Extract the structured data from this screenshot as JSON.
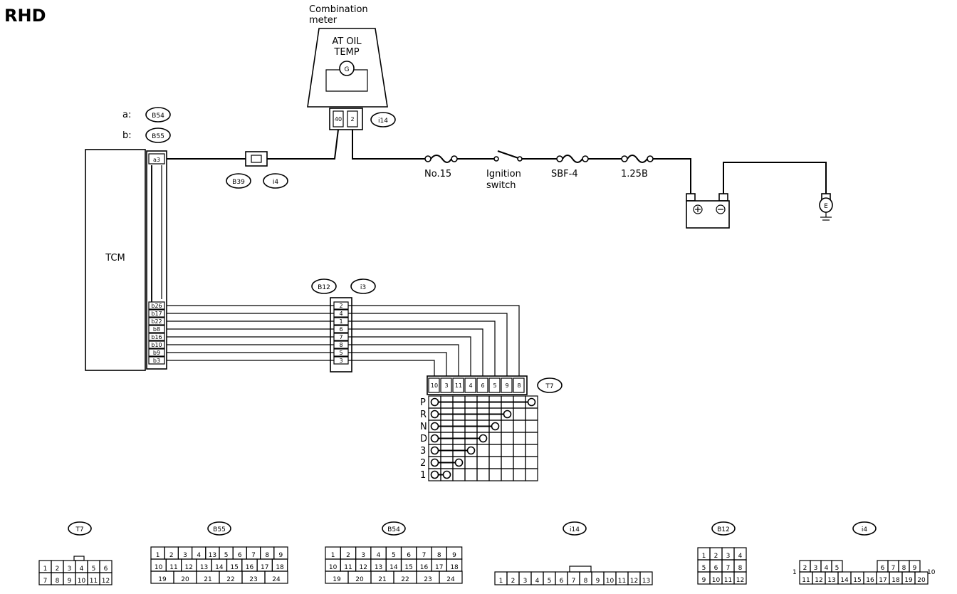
{
  "title": "RHD",
  "meter": {
    "caption_1": "Combination",
    "caption_2": "meter",
    "label_1": "AT OIL",
    "label_2": "TEMP",
    "gauge_symbol": "G",
    "pin_1": "40",
    "pin_2": "2"
  },
  "tcm": {
    "label": "TCM",
    "connector_a": "a:",
    "connector_b": "b:",
    "ref_a": "B54",
    "ref_b": "B55",
    "pin_top": "a3",
    "pins_bottom": [
      "b26",
      "b17",
      "b22",
      "b8",
      "b16",
      "b10",
      "b9",
      "b3"
    ]
  },
  "connectors": {
    "b39": "B39",
    "i4": "i4",
    "i14": "i14",
    "b12": "B12",
    "i3": "i3",
    "t7": "T7",
    "e": "E"
  },
  "power": {
    "fuse_no15": "No.15",
    "ignition_1": "Ignition",
    "ignition_2": "switch",
    "sbf": "SBF-4",
    "fuse_125b": "1.25B"
  },
  "relay_pins": [
    "2",
    "4",
    "1",
    "6",
    "7",
    "8",
    "5",
    "3"
  ],
  "switch_pins": [
    "10",
    "3",
    "11",
    "4",
    "6",
    "5",
    "9",
    "8"
  ],
  "positions": [
    "P",
    "R",
    "N",
    "D",
    "3",
    "2",
    "1"
  ],
  "bottom": {
    "t7": {
      "label": "T7",
      "row1": [
        "1",
        "2",
        "3",
        "4",
        "5",
        "6"
      ],
      "row2": [
        "7",
        "8",
        "9",
        "10",
        "11",
        "12"
      ]
    },
    "b55": {
      "label": "B55",
      "row1": [
        "1",
        "2",
        "3",
        "4",
        "13",
        "5",
        "6",
        "7",
        "8",
        "9"
      ],
      "row2": [
        "10",
        "11",
        "12",
        "13",
        "14",
        "15",
        "16",
        "17",
        "18"
      ],
      "row3": [
        "19",
        "20",
        "21",
        "22",
        "23",
        "24"
      ]
    },
    "b54": {
      "label": "B54",
      "row1": [
        "1",
        "2",
        "3",
        "4",
        "5",
        "6",
        "7",
        "8",
        "9"
      ],
      "row2": [
        "10",
        "11",
        "12",
        "13",
        "14",
        "15",
        "16",
        "17",
        "18"
      ],
      "row3": [
        "19",
        "20",
        "21",
        "22",
        "23",
        "24"
      ]
    },
    "i14": {
      "label": "i14",
      "row1": [
        "1",
        "2",
        "3",
        "4",
        "5",
        "6",
        "7",
        "8",
        "9",
        "10",
        "11",
        "12",
        "13"
      ]
    },
    "b12": {
      "label": "B12",
      "row1": [
        "1",
        "2",
        "3",
        "4"
      ],
      "row2": [
        "5",
        "6",
        "7",
        "8"
      ],
      "row3": [
        "9",
        "10",
        "11",
        "12"
      ]
    },
    "i4": {
      "label": "i4",
      "left": "1",
      "right": "10",
      "row1": [
        "2",
        "3",
        "4",
        "5",
        "6",
        "7",
        "8",
        "9"
      ],
      "row2": [
        "11",
        "12",
        "13",
        "14",
        "15",
        "16",
        "17",
        "18",
        "19",
        "20"
      ]
    }
  }
}
